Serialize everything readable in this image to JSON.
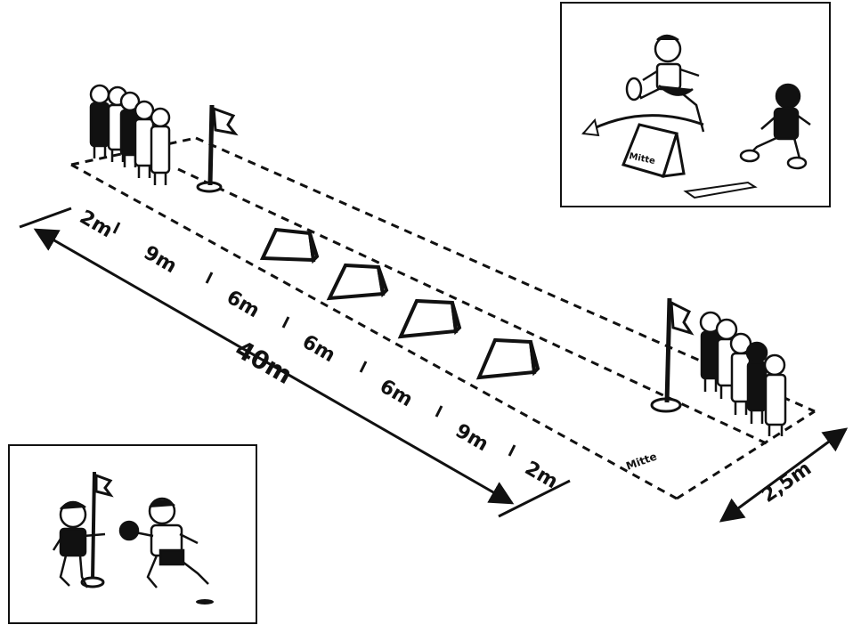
{
  "segments": [
    "2m",
    "9m",
    "6m",
    "6m",
    "6m",
    "9m",
    "2m"
  ],
  "total_length": "40m",
  "width": "2,5m",
  "lane_mark": "Mitte",
  "sign_text": "Mitte",
  "ink": "#111111"
}
